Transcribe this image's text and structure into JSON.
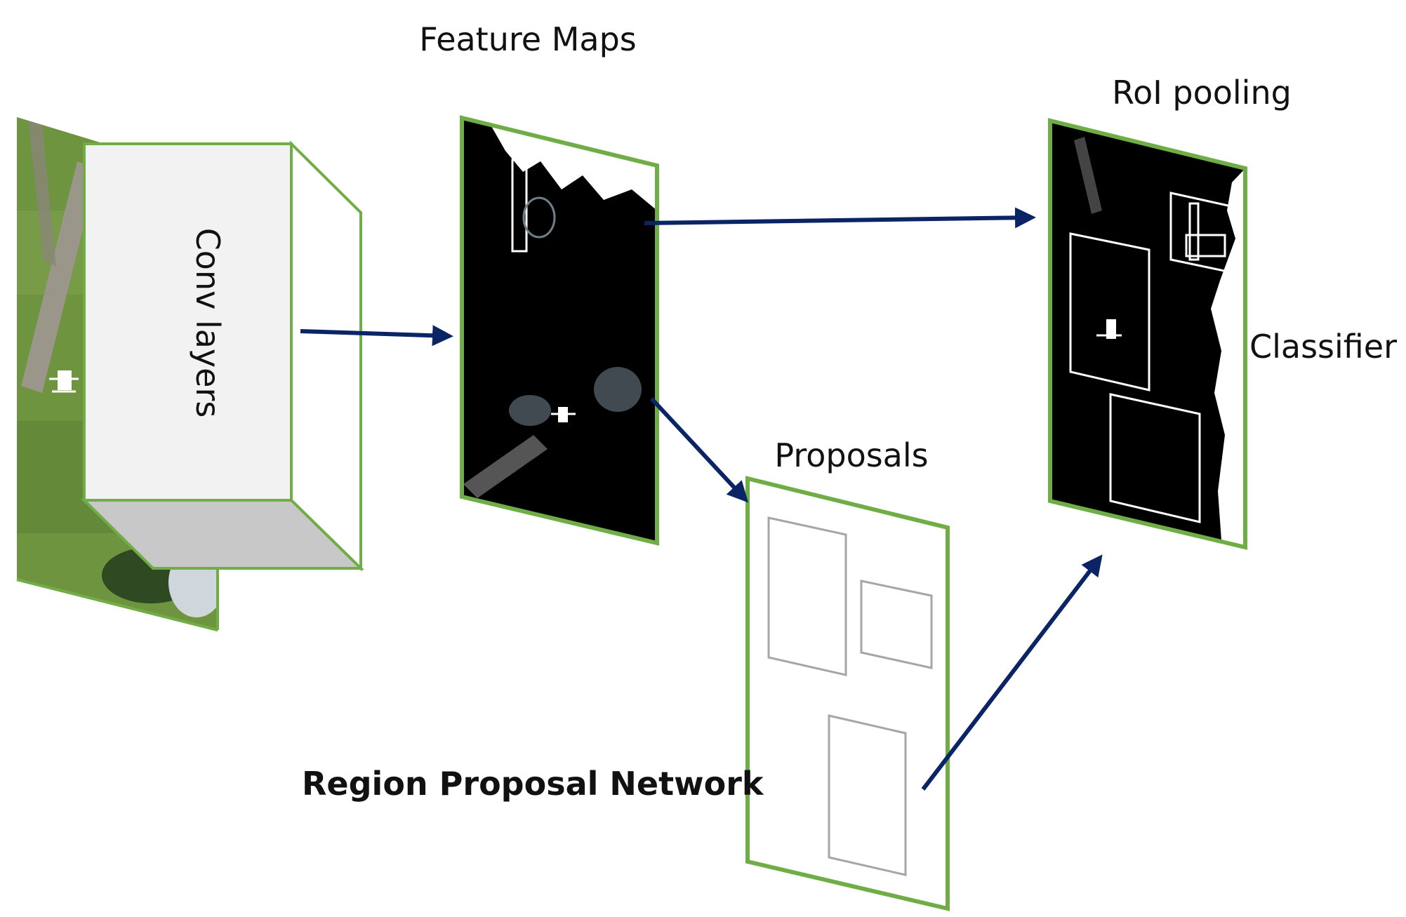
{
  "diagram": {
    "labels": {
      "feature_maps": "Feature Maps",
      "conv_layers": "Conv layers",
      "roi_pooling": "RoI pooling",
      "classifier": "Classifier",
      "proposals": "Proposals",
      "rpn": "Region Proposal Network"
    },
    "colors": {
      "frame_green": "#70ad47",
      "arrow_navy": "#0b2466",
      "box_face": "#f2f2f2",
      "box_bottom": "#c8c8c8",
      "grass": "#6b8e3a",
      "feature_bg": "#000000",
      "proposal_box": "#a6a6a6"
    },
    "flow": [
      "Conv layers → Feature Maps",
      "Feature Maps → RoI pooling",
      "Feature Maps → Proposals",
      "Proposals → RoI pooling"
    ]
  }
}
